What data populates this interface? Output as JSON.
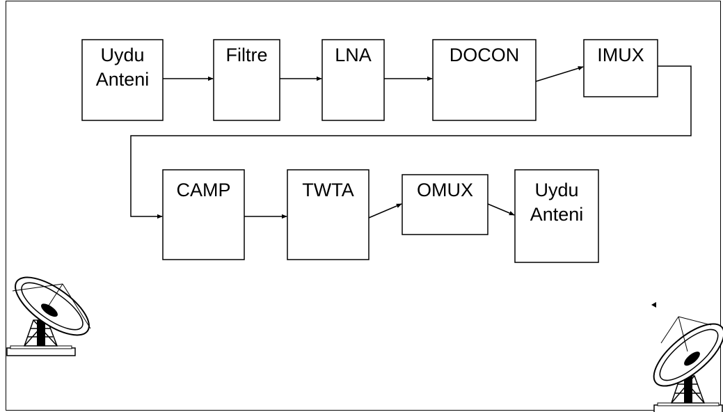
{
  "blocks": {
    "uydu_anteni_1": [
      "Uydu",
      "Anteni"
    ],
    "filtre": "Filtre",
    "lna": "LNA",
    "docon": "DOCON",
    "imux": "IMUX",
    "camp": "CAMP",
    "twta": "TWTA",
    "omux": "OMUX",
    "uydu_anteni_2": [
      "Uydu",
      "Anteni"
    ]
  },
  "icons": {
    "left": "satellite-dish-icon",
    "right": "satellite-dish-icon"
  }
}
